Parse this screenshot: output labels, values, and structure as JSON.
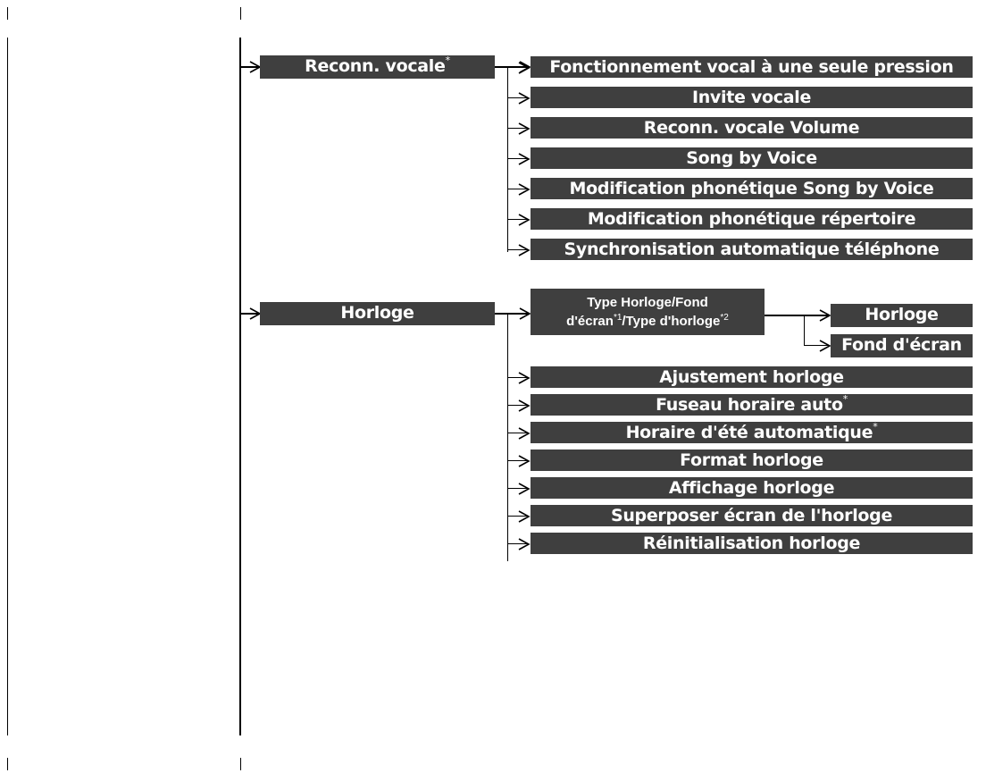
{
  "menu": {
    "voice": {
      "label": "Reconn. vocale",
      "mark": "*",
      "items": [
        "Fonctionnement vocal à une seule pression",
        "Invite vocale",
        "Reconn. vocale Volume",
        "Song by Voice",
        "Modification phonétique Song by Voice",
        "Modification phonétique répertoire",
        "Synchronisation automatique téléphone"
      ]
    },
    "clock": {
      "label": "Horloge",
      "type_box": {
        "line1": "Type Horloge/Fond",
        "line2a": "d'écran",
        "sup1": "*1",
        "line2b": "/Type d'horloge",
        "sup2": "*2"
      },
      "type_children": [
        "Horloge",
        "Fond d'écran"
      ],
      "items": [
        {
          "text": "Ajustement horloge",
          "mark": ""
        },
        {
          "text": "Fuseau horaire auto",
          "mark": "*"
        },
        {
          "text": "Horaire d'été automatique",
          "mark": "*"
        },
        {
          "text": "Format horloge",
          "mark": ""
        },
        {
          "text": "Affichage horloge",
          "mark": ""
        },
        {
          "text": "Superposer écran de l'horloge",
          "mark": ""
        },
        {
          "text": "Réinitialisation horloge",
          "mark": ""
        }
      ]
    }
  }
}
